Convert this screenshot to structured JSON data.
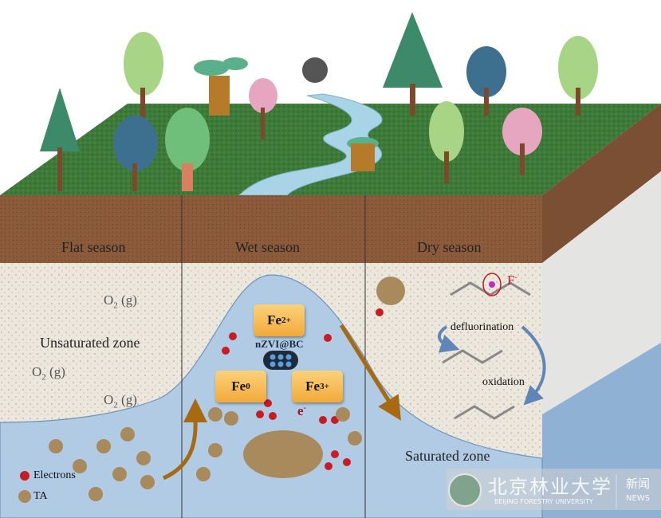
{
  "seasons": {
    "flat": "Flat season",
    "wet": "Wet season",
    "dry": "Dry season"
  },
  "zones": {
    "unsaturated": "Unsaturated zone",
    "saturated": "Saturated zone"
  },
  "oxygen_label": "O",
  "oxygen_sub": "2",
  "oxygen_suffix": " (g)",
  "iron": {
    "fe2_base": "Fe",
    "fe2_sup": "2+",
    "fe0_base": "Fe",
    "fe0_sup": "0",
    "fe3_base": "Fe",
    "fe3_sup": "3+",
    "composite": "nZVI@BC",
    "electron_base": "e",
    "electron_sup": "-"
  },
  "reactions": {
    "defluorination": "defluorination",
    "oxidation": "oxidation",
    "fluoride_base": "F",
    "fluoride_sup": "-"
  },
  "legend": {
    "electrons": "Electrons",
    "ta": "TA"
  },
  "colors": {
    "grass": "#3f7f3a",
    "soil": "#8a5a3a",
    "sand": "#ece7dc",
    "water": "#a9c6df",
    "electron": "#d0202a",
    "ta": "#a88a5c",
    "fe_box": "#f5b44a",
    "arrow": "#a86a10"
  },
  "watermark": {
    "university_cn": "北京林业大学",
    "university_en": "BEIJING FORESTRY UNIVERSITY",
    "news_cn": "新闻",
    "news_en": "NEWS"
  }
}
